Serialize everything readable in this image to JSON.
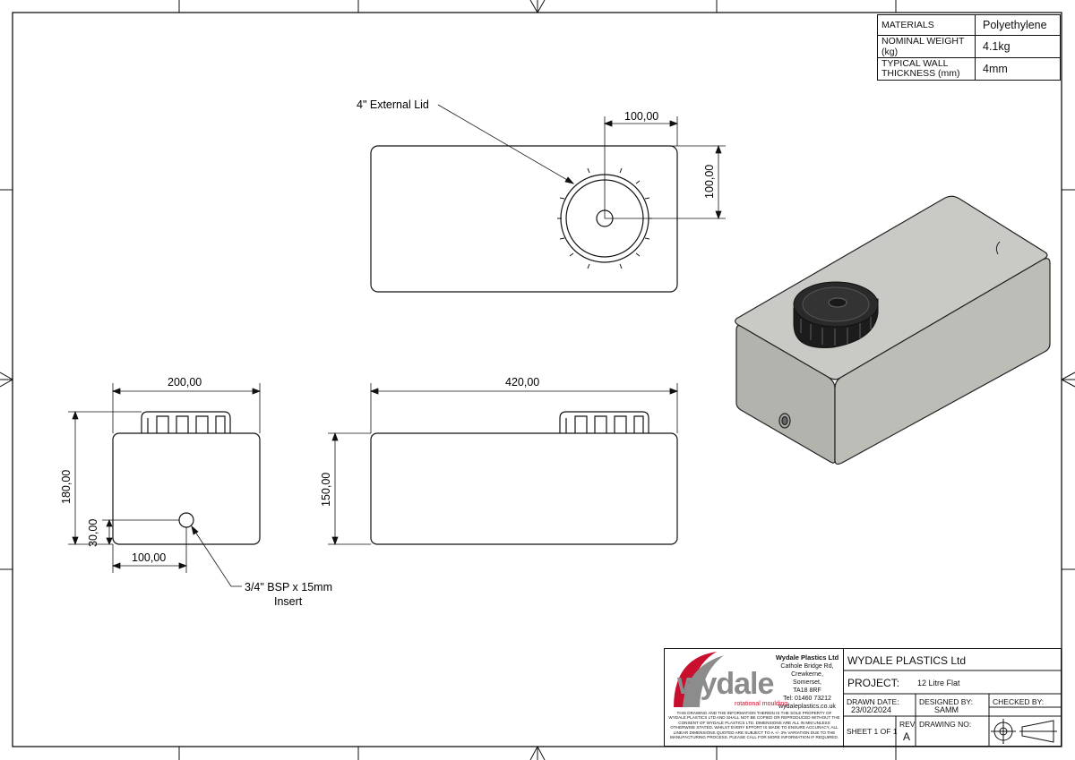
{
  "materials": {
    "rows": [
      {
        "label": "MATERIALS",
        "value": "Polyethylene"
      },
      {
        "label": "NOMINAL WEIGHT (kg)",
        "value": "4.1kg"
      },
      {
        "label": "TYPICAL WALL THICKNESS (mm)",
        "value": "4mm"
      }
    ]
  },
  "drawing": {
    "top_view": {
      "callout": "4\" External Lid",
      "dim_horizontal": "100,00",
      "dim_vertical": "100,00"
    },
    "end_view": {
      "width": "200,00",
      "height": "180,00",
      "inlet_height": "30,00",
      "inlet_offset": "100,00",
      "callout_line1": "3/4\" BSP x 15mm",
      "callout_line2": "Insert"
    },
    "side_view": {
      "length": "420,00",
      "height": "150,00"
    }
  },
  "title_block": {
    "company_logo_text": "wydale",
    "logo_tagline": "rotational moulding",
    "address": {
      "name": "Wydale Plastics Ltd",
      "line1": "Cathole Bridge Rd,",
      "line2": "Crewkerne,",
      "line3": "Somerset,",
      "line4": "TA18 8RF",
      "tel": "Tel: 01460 73212",
      "web": "wydaleplastics.co.uk"
    },
    "disclaimer": "THIS DRAWING AND THE INFORMATION THEREIN IS THE SOLE PROPERTY OF WYDALE PLASTICS LTD AND SHALL NOT BE COPIED OR REPRODUCED WITHOUT THE CONSENT OF WYDALE PLASTICS LTD. DIMENSIONS ARE ALL IN MM UNLESS OTHERWISE STATED. WHILST EVERY EFFORT IS MADE TO ENSURE ACCURACY, ALL LINEAR DIMENSIONS QUOTED ARE SUBJECT TO A +/- 3% VARIATION DUE TO THE MANUFACTURING PROCESS. PLEASE CALL FOR MORE INFORMATION IF REQUIRED.",
    "company": "WYDALE PLASTICS Ltd",
    "project_label": "PROJECT:",
    "project_value": "12 Litre Flat",
    "drawn_date_label": "DRAWN DATE:",
    "drawn_date": "23/02/2024",
    "designed_by_label": "DESIGNED BY:",
    "designed_by": "SAMM",
    "checked_by_label": "CHECKED BY:",
    "sheet": "SHEET 1 OF 1",
    "rev_label": "REV",
    "rev": "A",
    "drawing_no_label": "DRAWING NO:"
  },
  "colors": {
    "line": "#111111",
    "tank_top": "#c9c9c5",
    "tank_side": "#bdbdb8",
    "tank_front": "#b3b3ae",
    "logo_red": "#c8102e",
    "logo_grey": "#8c8c8c"
  }
}
